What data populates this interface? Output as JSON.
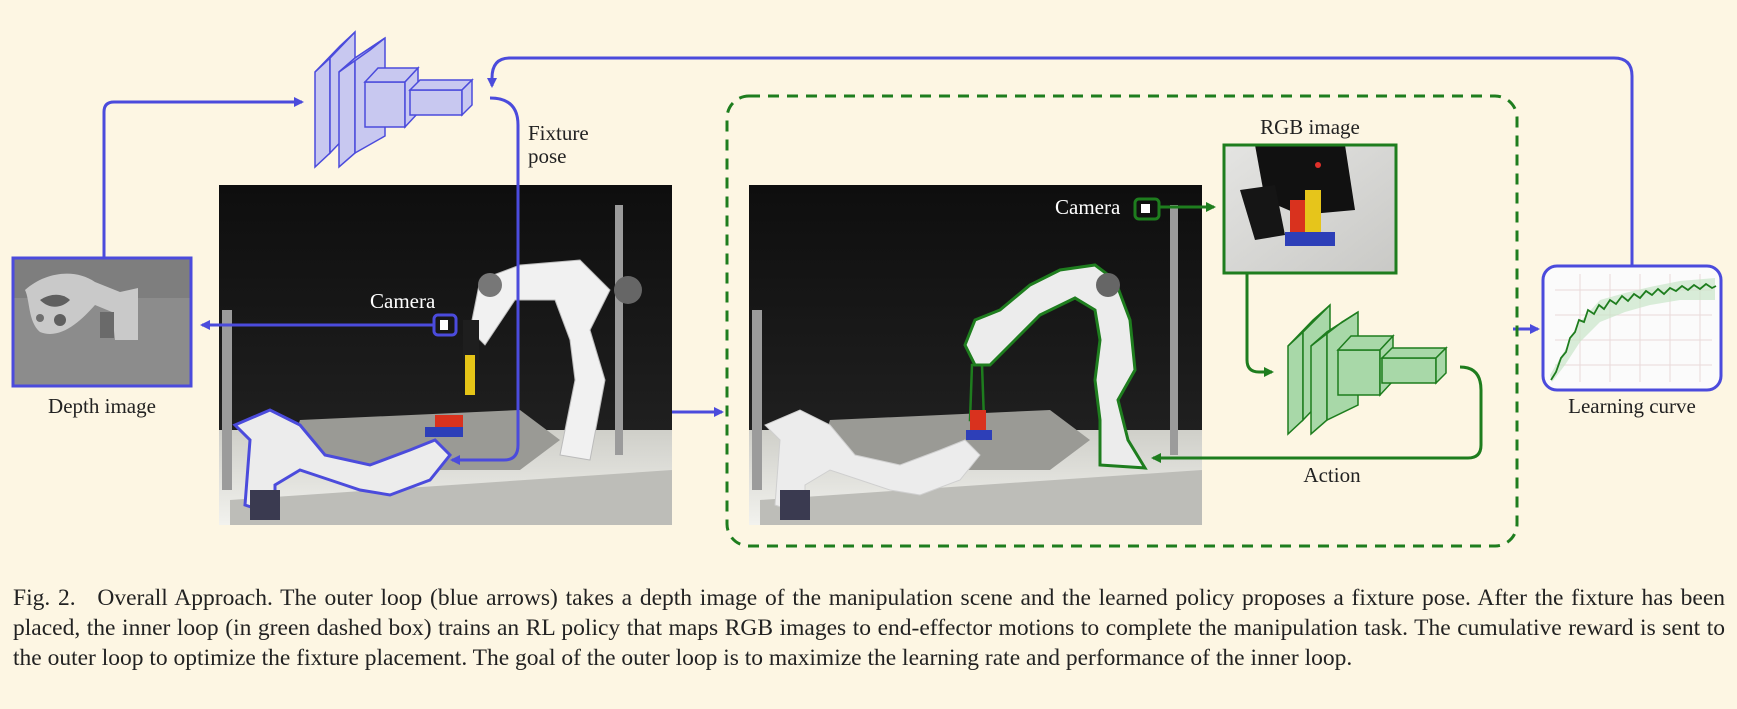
{
  "labels": {
    "fixture_pose_line1": "Fixture",
    "fixture_pose_line2": "pose",
    "camera_left": "Camera",
    "camera_right": "Camera",
    "depth_image": "Depth image",
    "rgb_image": "RGB image",
    "action": "Action",
    "learning_curve": "Learning curve"
  },
  "caption": {
    "figure_number": "Fig. 2.",
    "text": "Overall Approach. The outer loop (blue arrows) takes a depth image of the manipulation scene and the learned policy proposes a fixture pose. After the fixture has been placed, the inner loop (in green dashed box) trains an RL policy that maps RGB images to end-effector motions to complete the manipulation task. The cumulative reward is sent to the outer loop to optimize the fixture placement. The goal of the outer loop is to maximize the learning rate and performance of the inner loop."
  },
  "colors": {
    "outer_loop": "#4b4bdc",
    "inner_loop": "#1e7d1e",
    "background": "#fdf6e3"
  }
}
